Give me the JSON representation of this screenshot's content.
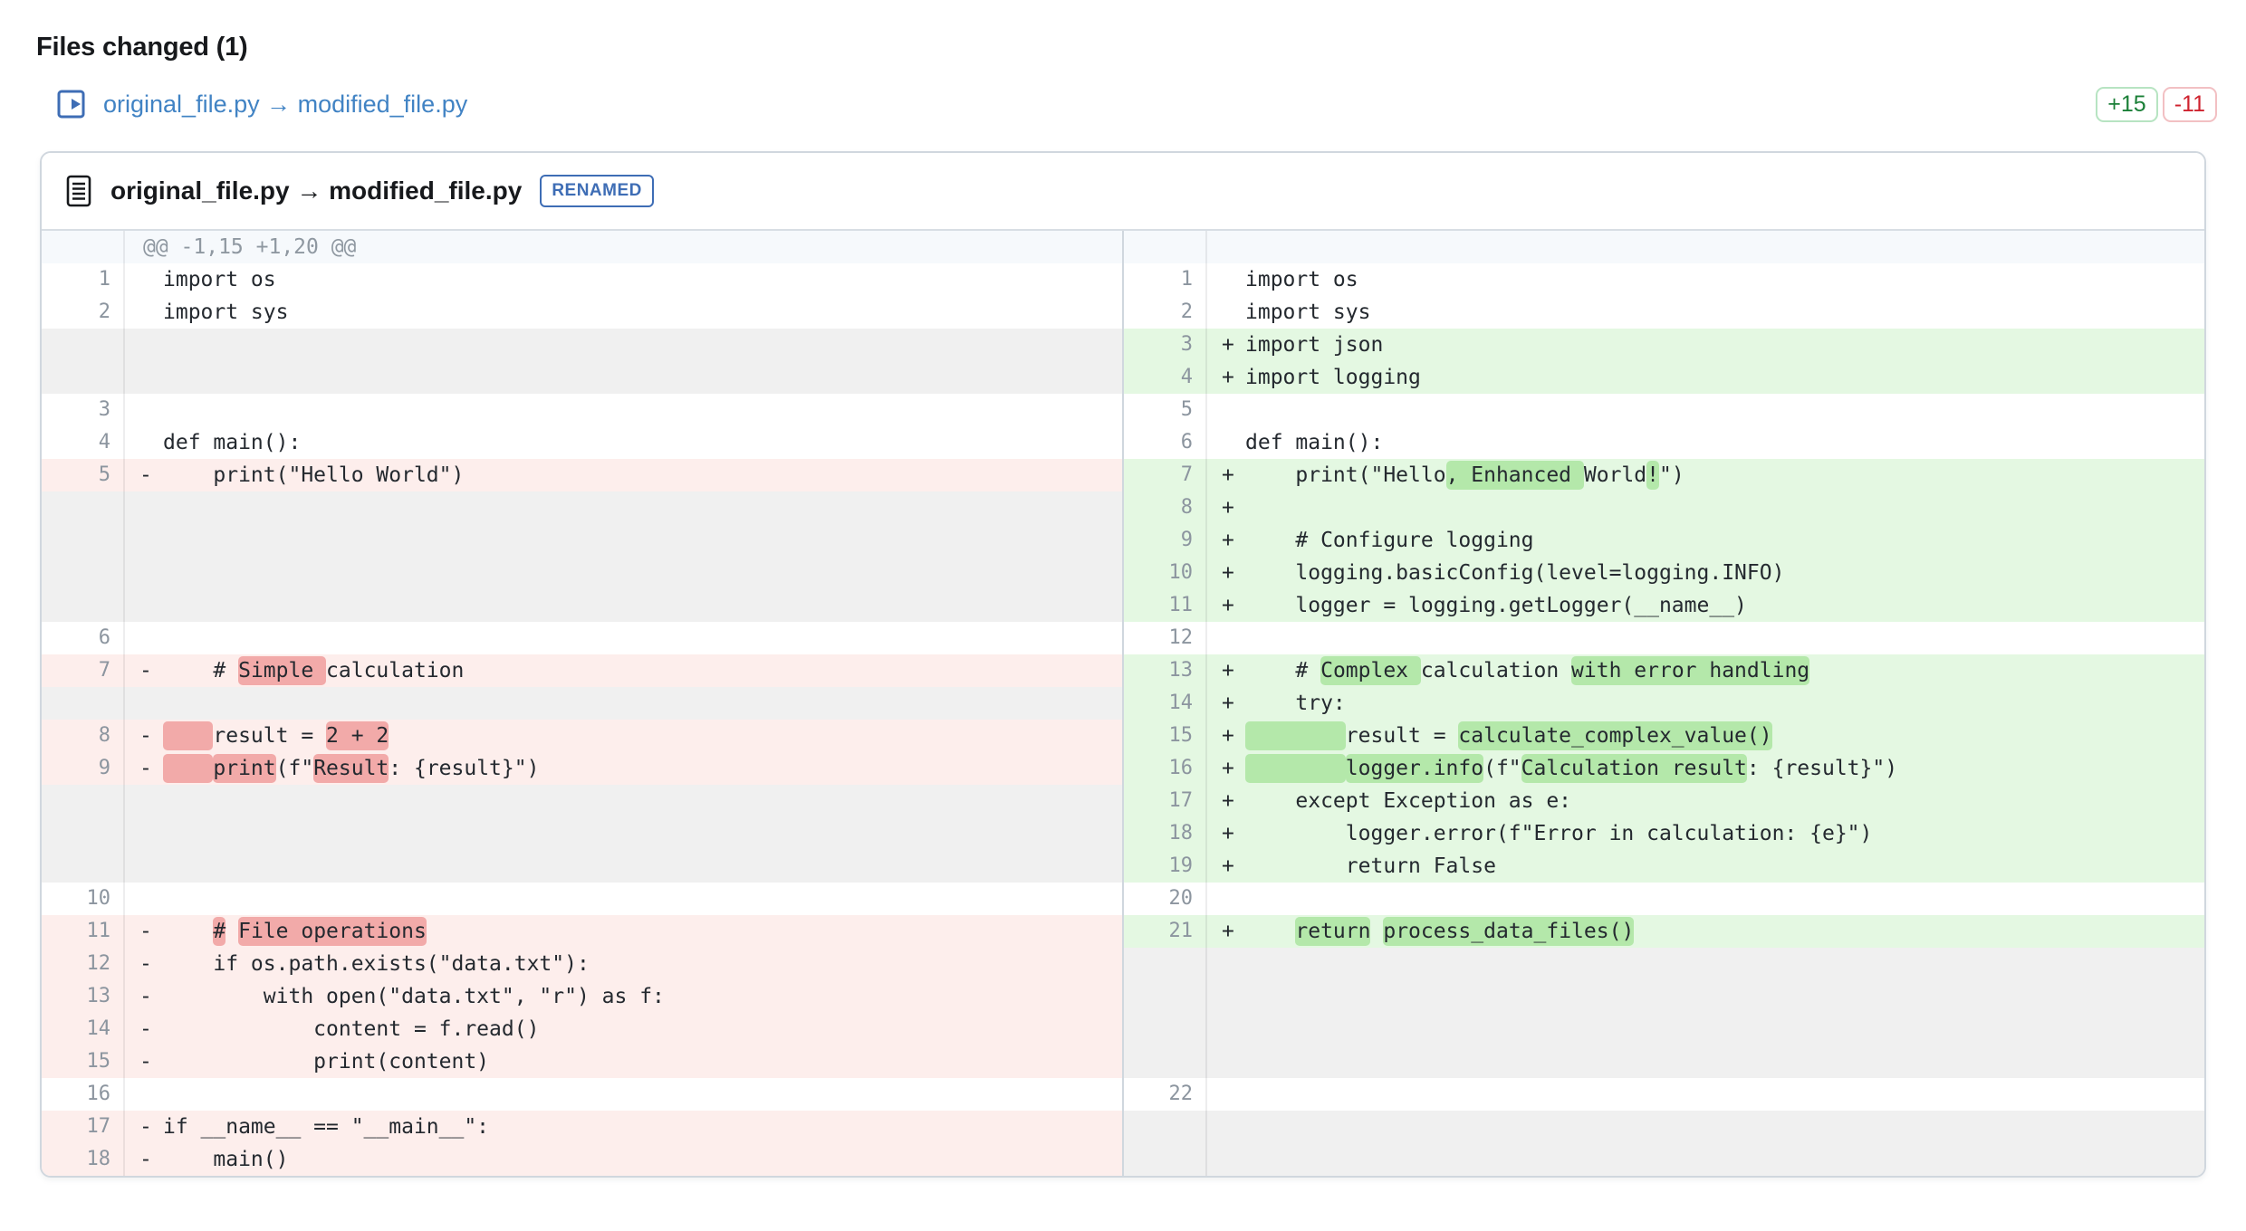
{
  "header": {
    "title": "Files changed (1)"
  },
  "file_link": {
    "icon": "file-moved-icon",
    "label": "original_file.py → modified_file.py",
    "additions_badge": "+15",
    "deletions_badge": "-11"
  },
  "file_panel": {
    "icon": "file-text-icon",
    "filename": "original_file.py → modified_file.py",
    "status_badge": "RENAMED"
  },
  "colors": {
    "link_blue": "#4183c4",
    "renamed_badge_blue": "#3e6db5",
    "additions_green": "#1a7f37",
    "deletions_red": "#cf222e",
    "added_line_bg": "#e4f8e2",
    "added_word_bg": "#b4e8aa",
    "deleted_line_bg": "#fdeeec",
    "deleted_word_bg": "#f2aaa9",
    "empty_cell_bg": "#f0f0f0",
    "hunk_header_bg": "#f6f9fc",
    "panel_border": "#d0d7de",
    "line_number_gray": "#8c959f"
  },
  "diff": {
    "rows": [
      {
        "type": "hunk",
        "text": "@@ -1,15 +1,20 @@"
      },
      {
        "left": {
          "num": "1",
          "kind": "ctx",
          "sign": "",
          "code": [
            {
              "t": "import os"
            }
          ]
        },
        "right": {
          "num": "1",
          "kind": "ctx",
          "sign": "",
          "code": [
            {
              "t": "import os"
            }
          ]
        }
      },
      {
        "left": {
          "num": "2",
          "kind": "ctx",
          "sign": "",
          "code": [
            {
              "t": "import sys"
            }
          ]
        },
        "right": {
          "num": "2",
          "kind": "ctx",
          "sign": "",
          "code": [
            {
              "t": "import sys"
            }
          ]
        }
      },
      {
        "left": null,
        "right": {
          "num": "3",
          "kind": "add",
          "sign": "+",
          "code": [
            {
              "t": "import json"
            }
          ]
        }
      },
      {
        "left": null,
        "right": {
          "num": "4",
          "kind": "add",
          "sign": "+",
          "code": [
            {
              "t": "import logging"
            }
          ]
        }
      },
      {
        "left": {
          "num": "3",
          "kind": "ctx",
          "sign": "",
          "code": []
        },
        "right": {
          "num": "5",
          "kind": "ctx",
          "sign": "",
          "code": []
        }
      },
      {
        "left": {
          "num": "4",
          "kind": "ctx",
          "sign": "",
          "code": [
            {
              "t": "def main():"
            }
          ]
        },
        "right": {
          "num": "6",
          "kind": "ctx",
          "sign": "",
          "code": [
            {
              "t": "def main():"
            }
          ]
        }
      },
      {
        "left": {
          "num": "5",
          "kind": "del",
          "sign": "-",
          "code": [
            {
              "t": "    print(\"Hello World\")"
            }
          ]
        },
        "right": {
          "num": "7",
          "kind": "add",
          "sign": "+",
          "code": [
            {
              "t": "    print(\"Hello"
            },
            {
              "t": ", Enhanced ",
              "hl": true
            },
            {
              "t": "World"
            },
            {
              "t": "!",
              "hl": true
            },
            {
              "t": "\")"
            }
          ]
        }
      },
      {
        "left": null,
        "right": {
          "num": "8",
          "kind": "add",
          "sign": "+",
          "code": []
        }
      },
      {
        "left": null,
        "right": {
          "num": "9",
          "kind": "add",
          "sign": "+",
          "code": [
            {
              "t": "    # Configure logging"
            }
          ]
        }
      },
      {
        "left": null,
        "right": {
          "num": "10",
          "kind": "add",
          "sign": "+",
          "code": [
            {
              "t": "    logging.basicConfig(level=logging.INFO)"
            }
          ]
        }
      },
      {
        "left": null,
        "right": {
          "num": "11",
          "kind": "add",
          "sign": "+",
          "code": [
            {
              "t": "    logger = logging.getLogger(__name__)"
            }
          ]
        }
      },
      {
        "left": {
          "num": "6",
          "kind": "ctx",
          "sign": "",
          "code": []
        },
        "right": {
          "num": "12",
          "kind": "ctx",
          "sign": "",
          "code": []
        }
      },
      {
        "left": {
          "num": "7",
          "kind": "del",
          "sign": "-",
          "code": [
            {
              "t": "    # "
            },
            {
              "t": "Simple ",
              "hl": true
            },
            {
              "t": "calculation"
            }
          ]
        },
        "right": {
          "num": "13",
          "kind": "add",
          "sign": "+",
          "code": [
            {
              "t": "    # "
            },
            {
              "t": "Complex ",
              "hl": true
            },
            {
              "t": "calculation "
            },
            {
              "t": "with error handling",
              "hl": true
            }
          ]
        }
      },
      {
        "left": null,
        "right": {
          "num": "14",
          "kind": "add",
          "sign": "+",
          "code": [
            {
              "t": "    try:"
            }
          ]
        }
      },
      {
        "left": {
          "num": "8",
          "kind": "del",
          "sign": "-",
          "code": [
            {
              "t": "    ",
              "hl": true
            },
            {
              "t": "result = "
            },
            {
              "t": "2 + 2",
              "hl": true
            }
          ]
        },
        "right": {
          "num": "15",
          "kind": "add",
          "sign": "+",
          "code": [
            {
              "t": "        ",
              "hl": true
            },
            {
              "t": "result = "
            },
            {
              "t": "calculate_complex_value()",
              "hl": true
            }
          ]
        }
      },
      {
        "left": {
          "num": "9",
          "kind": "del",
          "sign": "-",
          "code": [
            {
              "t": "    ",
              "hl": true
            },
            {
              "t": "print",
              "hl": true
            },
            {
              "t": "(f\""
            },
            {
              "t": "Result",
              "hl": true
            },
            {
              "t": ": {result}\")"
            }
          ]
        },
        "right": {
          "num": "16",
          "kind": "add",
          "sign": "+",
          "code": [
            {
              "t": "        ",
              "hl": true
            },
            {
              "t": "logger.info",
              "hl": true
            },
            {
              "t": "(f\""
            },
            {
              "t": "Calculation result",
              "hl": true
            },
            {
              "t": ": {result}\")"
            }
          ]
        }
      },
      {
        "left": null,
        "right": {
          "num": "17",
          "kind": "add",
          "sign": "+",
          "code": [
            {
              "t": "    except Exception as e:"
            }
          ]
        }
      },
      {
        "left": null,
        "right": {
          "num": "18",
          "kind": "add",
          "sign": "+",
          "code": [
            {
              "t": "        logger.error(f\"Error in calculation: {e}\")"
            }
          ]
        }
      },
      {
        "left": null,
        "right": {
          "num": "19",
          "kind": "add",
          "sign": "+",
          "code": [
            {
              "t": "        return False"
            }
          ]
        }
      },
      {
        "left": {
          "num": "10",
          "kind": "ctx",
          "sign": "",
          "code": []
        },
        "right": {
          "num": "20",
          "kind": "ctx",
          "sign": "",
          "code": []
        }
      },
      {
        "left": {
          "num": "11",
          "kind": "del",
          "sign": "-",
          "code": [
            {
              "t": "    "
            },
            {
              "t": "#",
              "hl": true
            },
            {
              "t": " "
            },
            {
              "t": "File operations",
              "hl": true
            }
          ]
        },
        "right": {
          "num": "21",
          "kind": "add",
          "sign": "+",
          "code": [
            {
              "t": "    "
            },
            {
              "t": "return",
              "hl": true
            },
            {
              "t": " "
            },
            {
              "t": "process_data_files()",
              "hl": true
            }
          ]
        }
      },
      {
        "left": {
          "num": "12",
          "kind": "del",
          "sign": "-",
          "code": [
            {
              "t": "    if os.path.exists(\"data.txt\"):"
            }
          ]
        },
        "right": null
      },
      {
        "left": {
          "num": "13",
          "kind": "del",
          "sign": "-",
          "code": [
            {
              "t": "        with open(\"data.txt\", \"r\") as f:"
            }
          ]
        },
        "right": null
      },
      {
        "left": {
          "num": "14",
          "kind": "del",
          "sign": "-",
          "code": [
            {
              "t": "            content = f.read()"
            }
          ]
        },
        "right": null
      },
      {
        "left": {
          "num": "15",
          "kind": "del",
          "sign": "-",
          "code": [
            {
              "t": "            print(content)"
            }
          ]
        },
        "right": null
      },
      {
        "left": {
          "num": "16",
          "kind": "ctx",
          "sign": "",
          "code": []
        },
        "right": {
          "num": "22",
          "kind": "ctx",
          "sign": "",
          "code": []
        }
      },
      {
        "left": {
          "num": "17",
          "kind": "del",
          "sign": "-",
          "code": [
            {
              "t": "if __name__ == \"__main__\":"
            }
          ]
        },
        "right": null
      },
      {
        "left": {
          "num": "18",
          "kind": "del",
          "sign": "-",
          "code": [
            {
              "t": "    main()"
            }
          ]
        },
        "right": null
      }
    ]
  }
}
